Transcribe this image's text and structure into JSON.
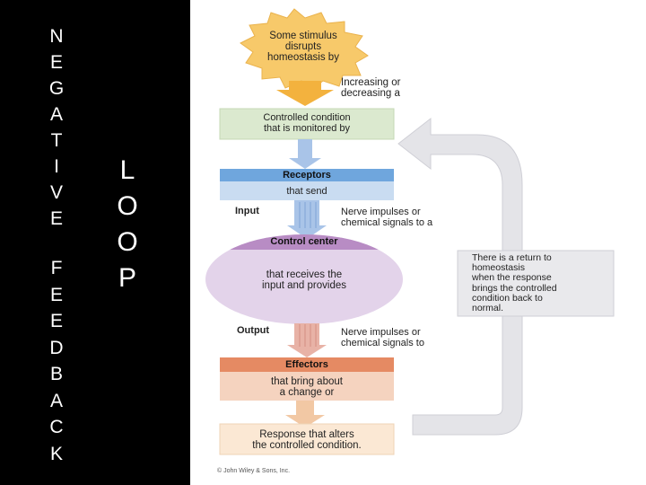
{
  "left_panel": {
    "negative_letters": [
      "N",
      "E",
      "G",
      "A",
      "T",
      "I",
      "V",
      "E"
    ],
    "feedback_letters": [
      "F",
      "E",
      "E",
      "D",
      "B",
      "A",
      "C",
      "K"
    ],
    "loop_letters": [
      "L",
      "O",
      "O",
      "P"
    ]
  },
  "diagram": {
    "stimulus_text": "Some stimulus\ndisrupts\nhomeostasis by",
    "change_text": "Increasing or\ndecreasing a",
    "controlled_condition_text": "Controlled condition\nthat is monitored by",
    "receptors_header": "Receptors",
    "receptors_text": "that send",
    "input_label": "Input",
    "input_signal_text": "Nerve impulses or\nchemical signals to a",
    "control_center_header": "Control center",
    "control_center_text": "that receives the\ninput and provides",
    "output_label": "Output",
    "output_signal_text": "Nerve impulses or\nchemical signals to",
    "effectors_header": "Effectors",
    "effectors_text": "that bring about\na change or",
    "response_text": "Response that alters\nthe controlled condition.",
    "return_text": "There is a return to\nhomeostasis\nwhen the response\nbrings the controlled\ncondition back to\nnormal.",
    "copyright": "© John Wiley & Sons, Inc."
  },
  "colors": {
    "starburst": "#f7c96a",
    "arrow_gold": "#f3b23e",
    "arrow_blue": "#a9c4e8",
    "arrow_peach": "#f2c8a4",
    "condition_green": "#dbe9cf",
    "receptor_blue": "#6fa6dd",
    "receptor_light": "#c9dcf1",
    "control_purple": "#b88cc4",
    "control_light": "#e3d3ea",
    "effector_orange": "#e58a63",
    "effector_light": "#f5d3bf",
    "response_peach": "#fbe8d4",
    "return_gray": "#e4e4e8"
  }
}
